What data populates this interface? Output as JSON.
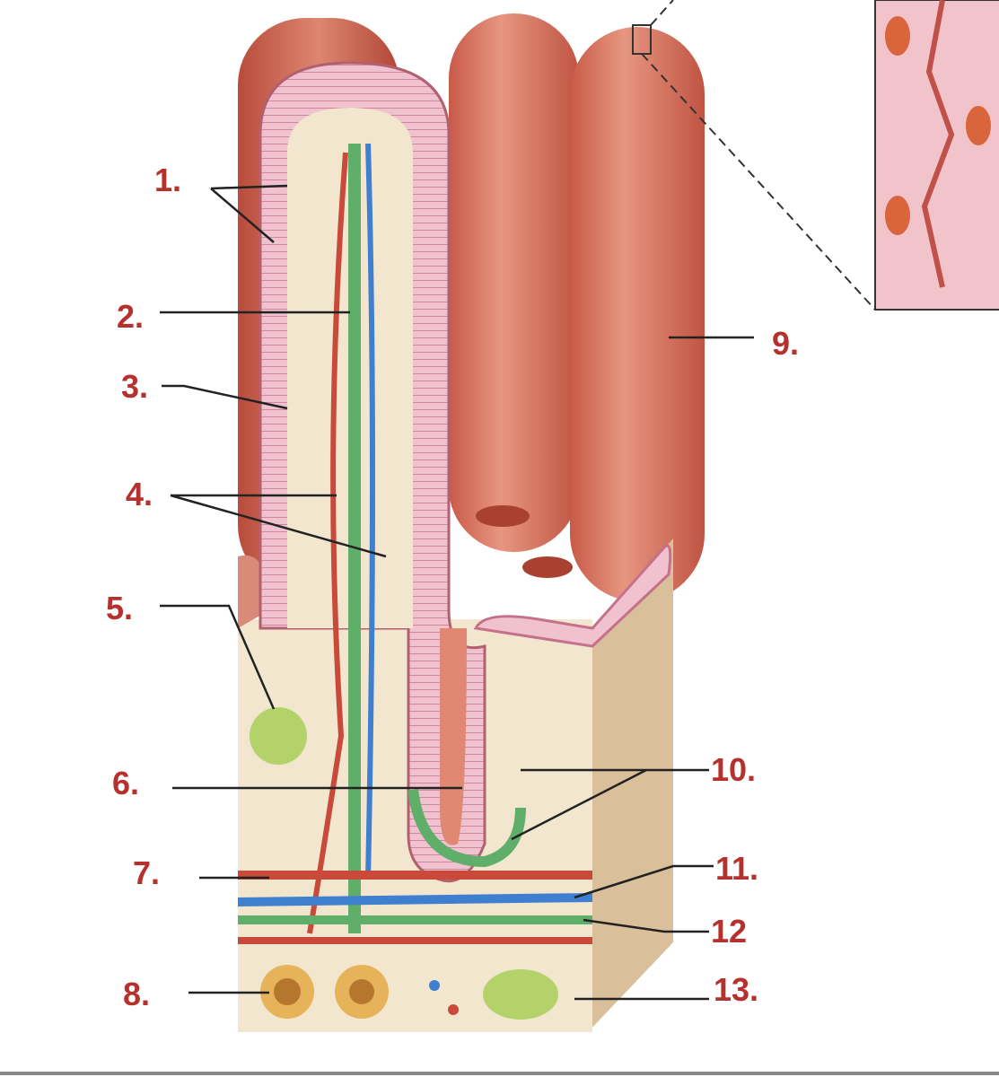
{
  "label_color": "#b5312e",
  "labels": {
    "l1": "1.",
    "l2": "2.",
    "l3": "3.",
    "l4": "4.",
    "l5": "5.",
    "l6": "6.",
    "l7": "7.",
    "l8": "8.",
    "l9": "9.",
    "l10": "10.",
    "l11": "11.",
    "l12": "12",
    "l13": "13."
  }
}
